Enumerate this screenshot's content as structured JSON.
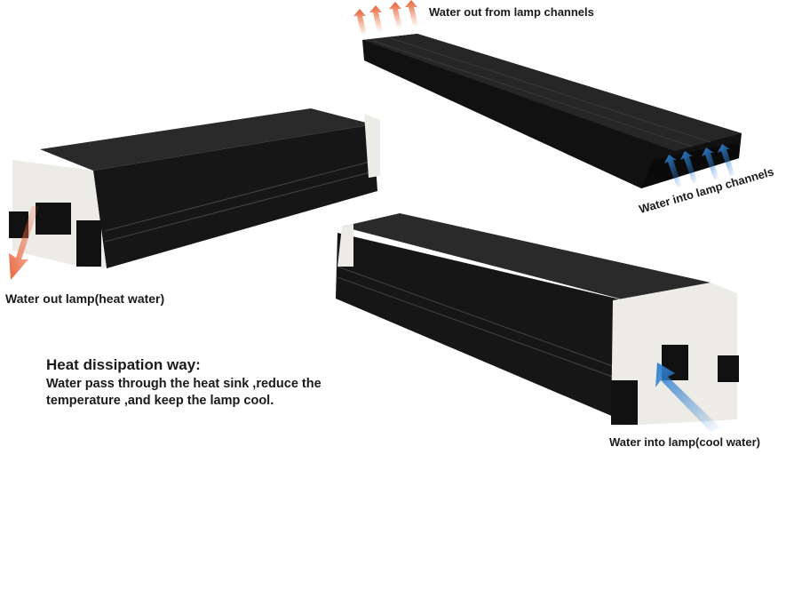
{
  "labels": {
    "water_out_channels": "Water out from lamp channels",
    "water_in_channels": "Water into lamp channels",
    "water_out_lamp": "Water out lamp(heat water)",
    "water_in_lamp": "Water into lamp(cool water)"
  },
  "description": {
    "heading": "Heat dissipation way:",
    "text": "Water pass through the heat sink ,reduce the temperature ,and keep the lamp cool."
  },
  "colors": {
    "hot_arrow": "#e8643a",
    "cool_arrow": "#2f7fd0",
    "lamp_body": "#1e1e1e",
    "end_cap": "#ecebe6"
  }
}
